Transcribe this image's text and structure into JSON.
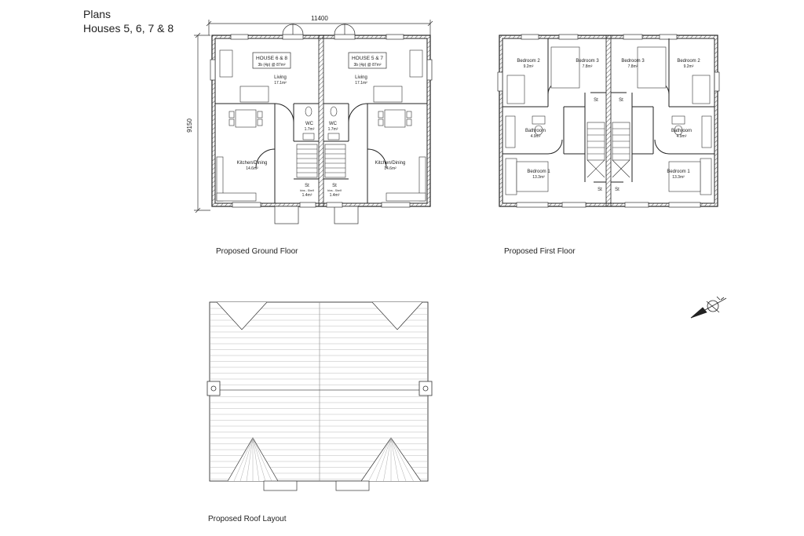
{
  "header": {
    "title": "Plans",
    "subtitle": "Houses 5, 6, 7 & 8"
  },
  "dimensions": {
    "width": "11400",
    "depth": "9150"
  },
  "ground_floor": {
    "caption": "Proposed Ground Floor",
    "left": {
      "house_label": "HOUSE 6 & 8",
      "house_sub": "3b (4p) @ 87m²",
      "living": "Living",
      "living_area": "17.1m²",
      "wc": "WC",
      "wc_area": "1.7m²",
      "kitchen": "Kitchen/Dining",
      "kitchen_area": "14.6m²",
      "store": "St",
      "store_note": "bins - Shelf",
      "store_area": "1.4m²"
    },
    "right": {
      "house_label": "HOUSE 5 & 7",
      "house_sub": "3b (4p) @ 87m²",
      "living": "Living",
      "living_area": "17.1m²",
      "wc": "WC",
      "wc_area": "1.7m²",
      "kitchen": "Kitchen/Dining",
      "kitchen_area": "14.6m²",
      "store": "St",
      "store_note": "bins - Shelf",
      "store_area": "1.4m²"
    }
  },
  "first_floor": {
    "caption": "Proposed First Floor",
    "left": {
      "bed2": "Bedroom 2",
      "bed2_area": "9.2m²",
      "bed3": "Bedroom 3",
      "bed3_area": "7.8m²",
      "bath": "Bathroom",
      "bath_area": "4.9m²",
      "bed1": "Bedroom 1",
      "bed1_area": "13.3m²",
      "st1": "St",
      "st2": "St"
    },
    "right": {
      "bed3": "Bedroom 3",
      "bed3_area": "7.8m²",
      "bed2": "Bedroom 2",
      "bed2_area": "9.2m²",
      "bath": "Bathroom",
      "bath_area": "4.9m²",
      "bed1": "Bedroom 1",
      "bed1_area": "13.3m²",
      "st1": "St",
      "st2": "St"
    }
  },
  "roof": {
    "caption": "Proposed Roof Layout"
  },
  "north_arrow_icon": "compass-icon"
}
